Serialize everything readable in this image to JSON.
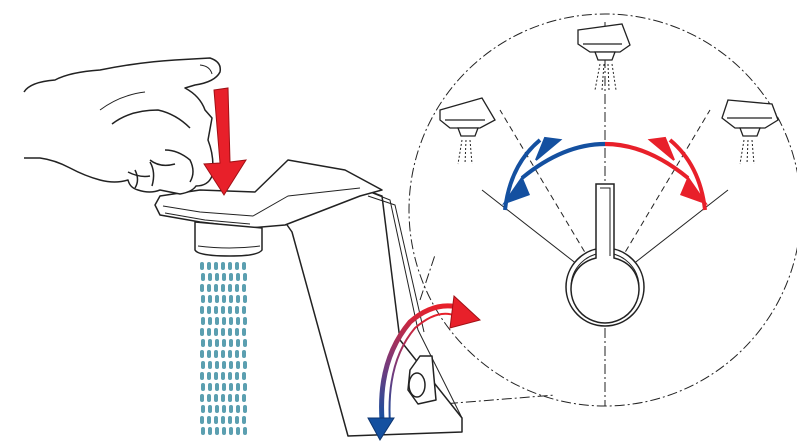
{
  "colors": {
    "push_arrow": "#e8202a",
    "hot": "#e8202a",
    "cold": "#1450a0",
    "water": "#5b9fb0",
    "line": "#222222",
    "background": "#ffffff"
  },
  "icons": [
    "hand-icon",
    "faucet-icon",
    "water-stream-icon",
    "push-down-arrow-icon",
    "rotate-lever-arrow-icon",
    "temperature-arc-arrow-icon",
    "sprayhead-icon"
  ],
  "positions": [
    "cold",
    "mixed",
    "hot"
  ]
}
